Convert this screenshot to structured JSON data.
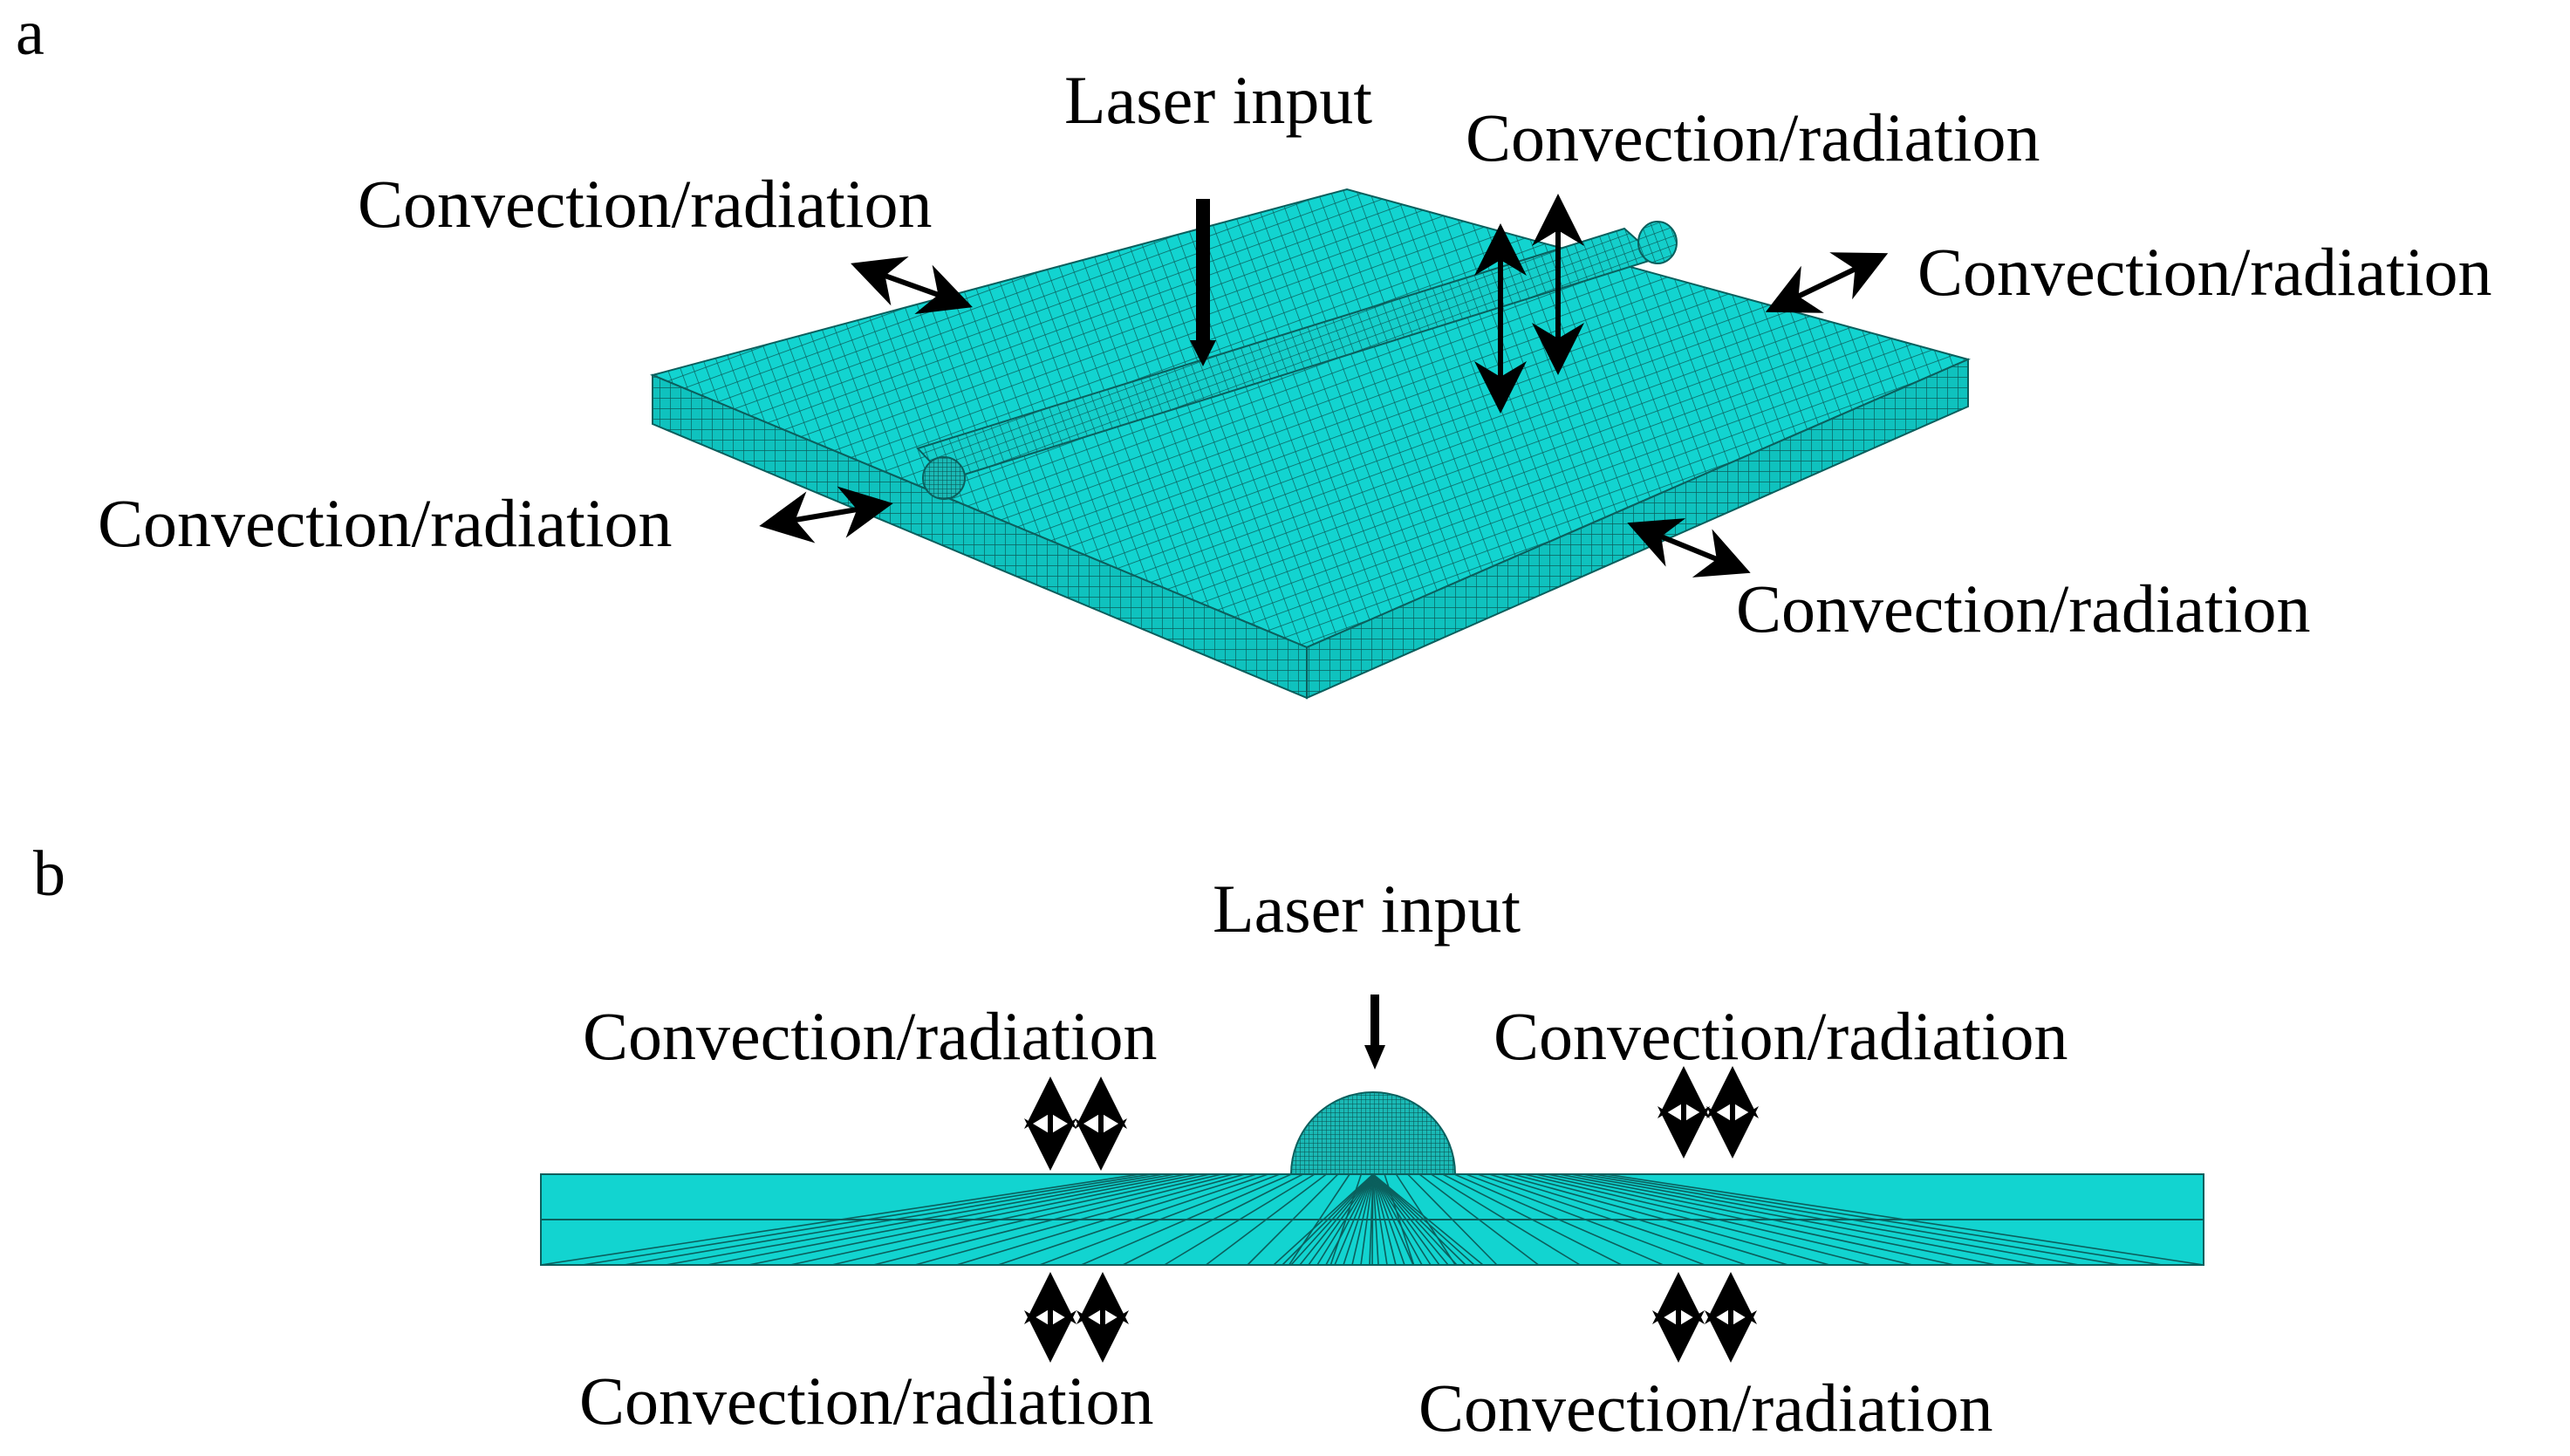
{
  "panel_a": {
    "letter": "a",
    "labels": {
      "laser": "Laser input",
      "conv_top_left": "Convection/radiation",
      "conv_top_right": "Convection/radiation",
      "conv_right": "Convection/radiation",
      "conv_left": "Convection/radiation",
      "conv_bottom_right": "Convection/radiation"
    }
  },
  "panel_b": {
    "letter": "b",
    "labels": {
      "laser": "Laser input",
      "conv_upper_left": "Convection/radiation",
      "conv_upper_right": "Convection/radiation",
      "conv_lower_left": "Convection/radiation",
      "conv_lower_right": "Convection/radiation"
    }
  },
  "colors": {
    "mesh_fill": "#12d4d0",
    "mesh_side": "#0fc2be",
    "mesh_line": "#0b5f5d",
    "arrow": "#000000"
  }
}
